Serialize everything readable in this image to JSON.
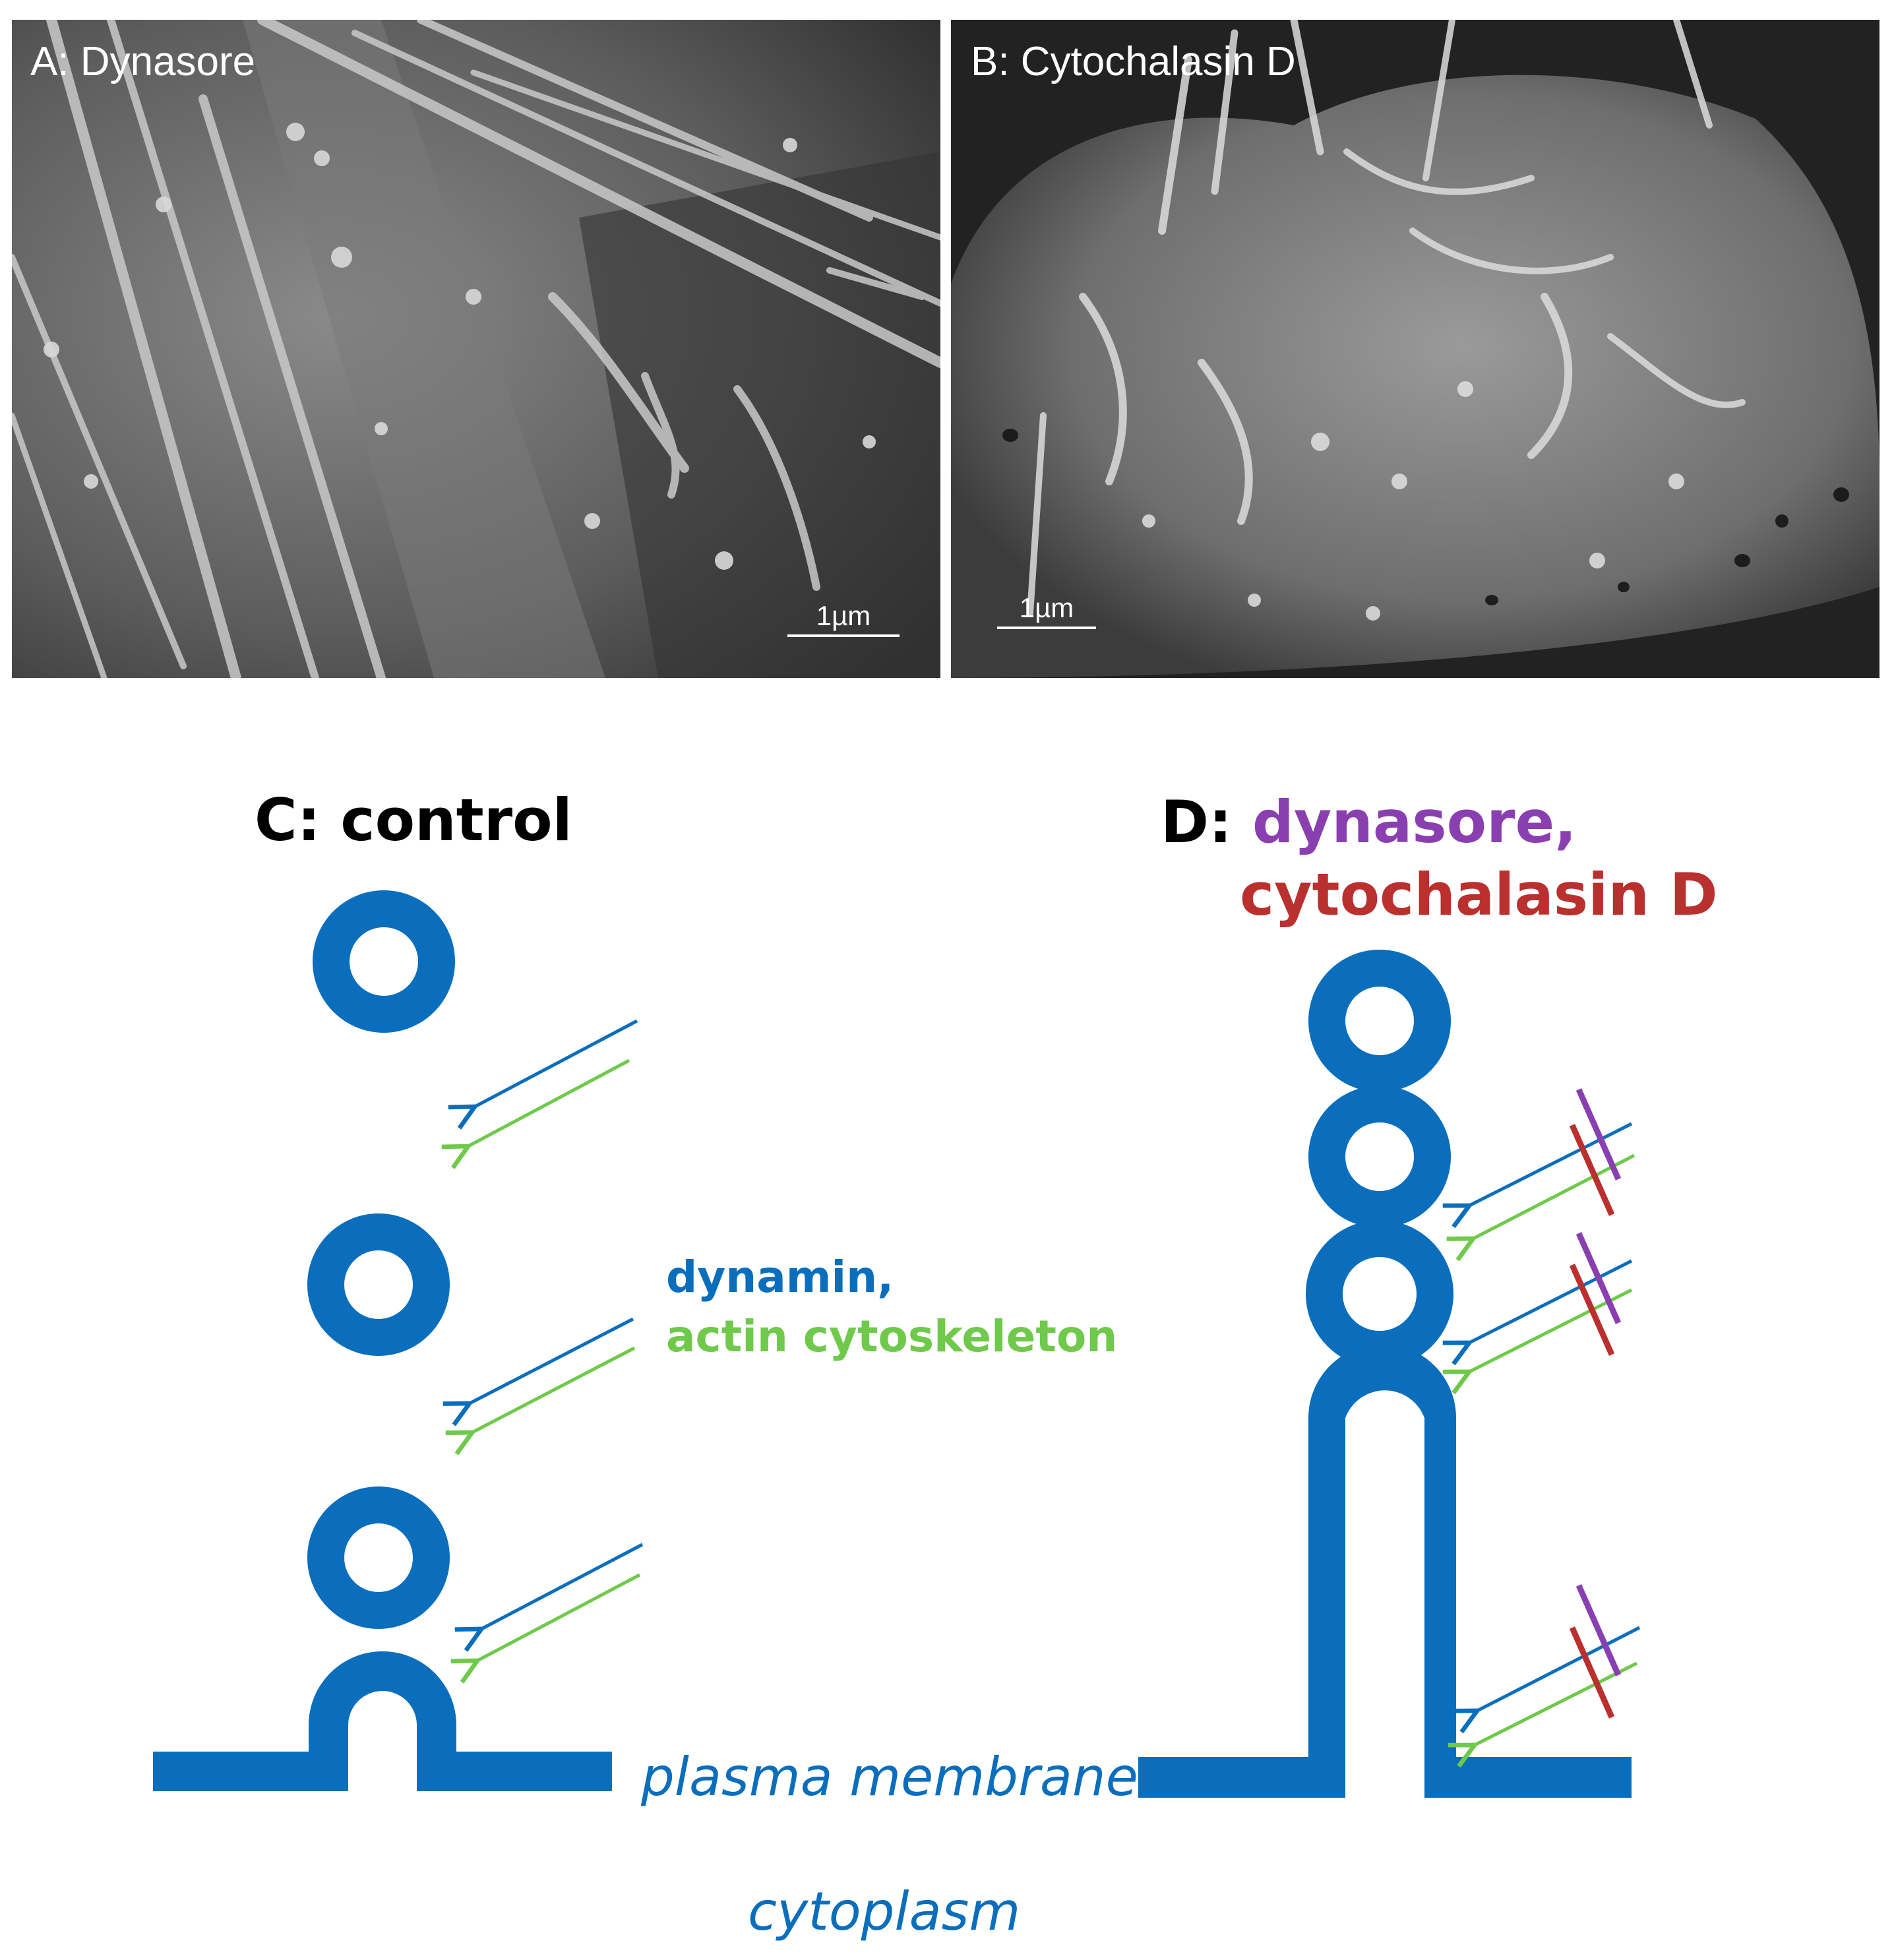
{
  "panels": {
    "a": {
      "label": "A: Dynasore",
      "scale": "1µm"
    },
    "b": {
      "label": "B: Cytochalasin D",
      "scale": "1µm"
    }
  },
  "diagram": {
    "c_title": "C: control",
    "d_title_prefix": "D:",
    "d_title_line1": "dynasore,",
    "d_title_line2": "cytochalasin D",
    "legend_dynamin": "dynamin,",
    "legend_actin": "actin cytoskeleton",
    "plasma_membrane": "plasma membrane",
    "cytoplasm": "cytoplasm"
  },
  "colors": {
    "membrane_blue": "#0a6ebd",
    "actin_green": "#6fc94a",
    "dynasore_purple": "#8a3fb0",
    "cytochalasin_red": "#b9302e"
  }
}
